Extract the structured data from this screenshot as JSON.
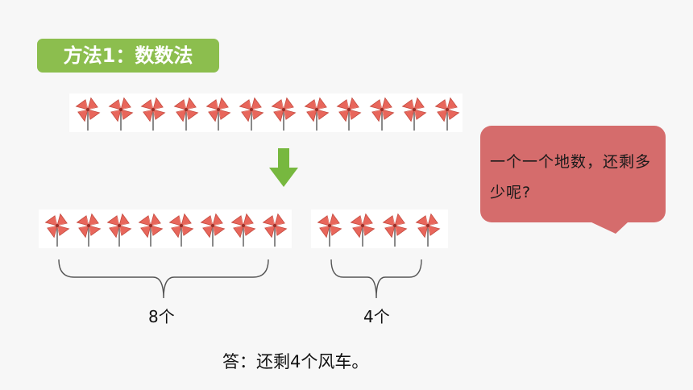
{
  "heading": {
    "text": "方法1：数数法",
    "color": "#8cbe4e"
  },
  "pinwheels": {
    "icon": "pinwheel-icon",
    "total": 12,
    "group_a_count": 8,
    "group_b_count": 4,
    "blade_color": "#e8665b",
    "stick_color": "#8a8a8a"
  },
  "arrow": {
    "icon": "down-arrow-icon",
    "color": "#77b83f"
  },
  "bubble": {
    "text": "一个一个地数，还剩多少呢?",
    "color": "#d56c6c"
  },
  "labels": {
    "group_a": "8个",
    "group_b": "4个"
  },
  "answer": "答：还剩4个风车。"
}
